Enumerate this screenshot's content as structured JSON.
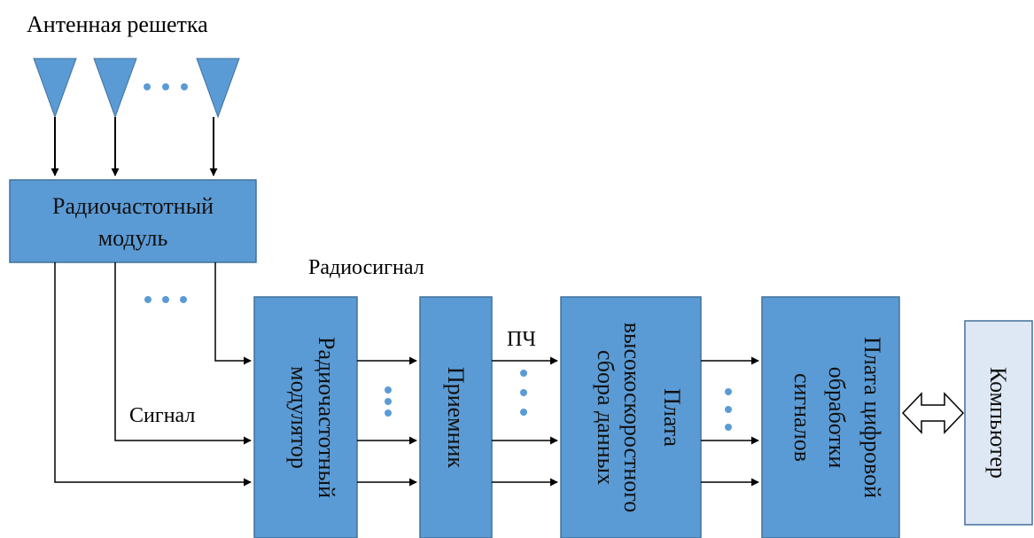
{
  "colors": {
    "block_fill": "#5b9bd5",
    "block_stroke": "#41719c",
    "computer_fill": "#dee8f4",
    "computer_stroke": "#41719c",
    "antenna_fill": "#5b9bd5",
    "dot": "#5b9bd5",
    "line": "#000000"
  },
  "labels": {
    "antenna_array": "Антенная решетка",
    "radio_signal": "Радиосигнал",
    "signal": "Сигнал",
    "if": "ПЧ"
  },
  "blocks": {
    "rf_module": [
      "Радиочастотный",
      "модуль"
    ],
    "rf_modulator": [
      "Радиочастотный",
      "модулятор"
    ],
    "receiver": [
      "Приемник"
    ],
    "daq_board": [
      "Плата",
      "высокоскоростного",
      "сбора данных"
    ],
    "dsp_board": [
      "Плата цифровой",
      "обработки",
      "сигналов"
    ],
    "computer": [
      "Компьютер"
    ]
  },
  "icons": {
    "antenna": "antenna-triangle-icon",
    "ellipsis": "ellipsis-dots-icon",
    "bidirectional_arrow": "double-headed-hollow-arrow-icon"
  }
}
